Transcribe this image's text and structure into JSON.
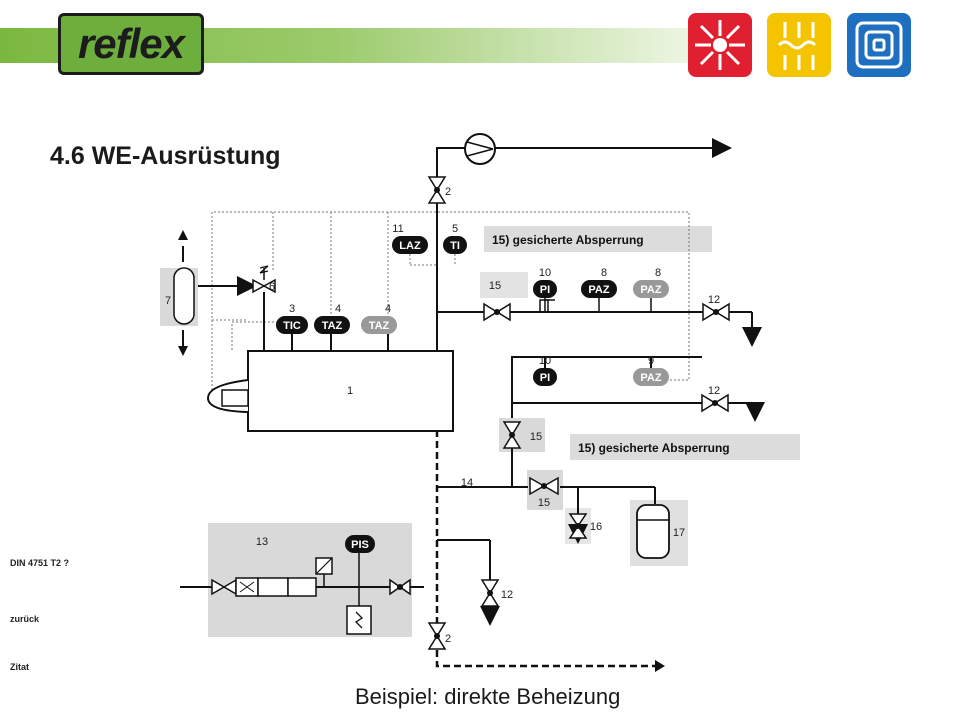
{
  "logo_text": "reflex",
  "title": "4.6 WE-Ausrüstung",
  "caption": "Beispiel: direkte Beheizung",
  "links": {
    "din": "DIN 4751 T2 ?",
    "back": "zurück",
    "quote": "Zitat"
  },
  "notes": {
    "upper": "15) gesicherte Absperrung",
    "lower": "15) gesicherte Absperrung"
  },
  "instruments": {
    "laz": "LAZ",
    "ti": "TI",
    "tic": "TIC",
    "taz1": "TAZ",
    "taz2": "TAZ",
    "pi1": "PI",
    "paz1": "PAZ",
    "paz2": "PAZ",
    "pi2": "PI",
    "paz3": "PAZ",
    "pis": "PIS"
  },
  "numbers": {
    "pump_valve": "2",
    "laz": "11",
    "ti": "5",
    "pi1": "10",
    "paz1": "8",
    "paz2": "8",
    "sensor": "6",
    "tank": "7",
    "tic": "3",
    "taz1": "4",
    "taz2": "4",
    "boiler": "1",
    "small_box": "15",
    "valve_right1": "12",
    "pi2": "10",
    "paz3": "9",
    "valve_right2": "12",
    "valve15a": "15",
    "valve14": "14",
    "valve15b": "15",
    "valve16": "16",
    "vessel": "17",
    "box13": "13",
    "valve12_low": "12",
    "valve2_low": "2"
  },
  "colors": {
    "red_icon": "#e02030",
    "yellow_icon": "#f5c400",
    "blue_icon": "#1e6fc0",
    "green": "#6dae3c"
  }
}
